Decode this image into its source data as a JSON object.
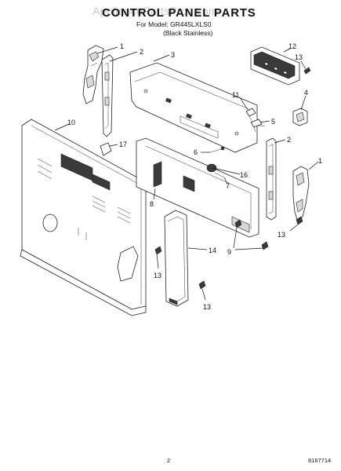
{
  "watermark": "AppliancePartsPros.com",
  "title": "CONTROL PANEL PARTS",
  "subtitle_model": "For Model: GR445LXLS0",
  "subtitle_color": "(Black Stainless)",
  "callouts": {
    "c1a": "1",
    "c2a": "2",
    "c3": "3",
    "c12": "12",
    "c13a": "13",
    "c4": "4",
    "c11": "11",
    "c5": "5",
    "c10": "10",
    "c17": "17",
    "c6": "6",
    "c2b": "2",
    "c1b": "1",
    "c16": "16",
    "c7": "7",
    "c8": "8",
    "c9": "9",
    "c13b": "13",
    "c14": "14",
    "c13c": "13",
    "c13d": "13"
  },
  "footer": {
    "page_number": "2",
    "document_number": "8167714"
  }
}
